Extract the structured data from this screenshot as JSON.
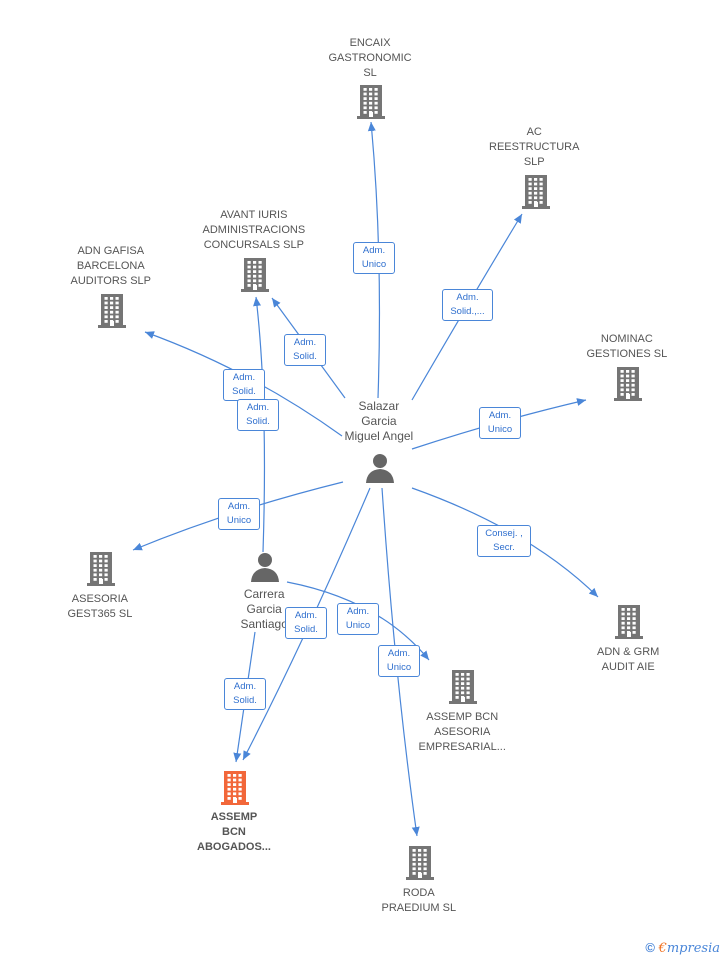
{
  "colors": {
    "edge": "#4a86d8",
    "building": "#757575",
    "building_main": "#f2673a",
    "person": "#666666"
  },
  "nodes": [
    {
      "id": "encaix",
      "type": "company",
      "lines": [
        "ENCAIX",
        "GASTRONOMIC",
        "SL"
      ]
    },
    {
      "id": "ac",
      "type": "company",
      "lines": [
        "AC",
        "REESTRUCTURA",
        "SLP"
      ]
    },
    {
      "id": "avant",
      "type": "company",
      "lines": [
        "AVANT IURIS",
        "ADMINISTRACIONS",
        "CONCURSALS SLP"
      ]
    },
    {
      "id": "adngafisa",
      "type": "company",
      "lines": [
        "ADN GAFISA",
        "BARCELONA",
        "AUDITORS SLP"
      ]
    },
    {
      "id": "nominac",
      "type": "company",
      "lines": [
        "NOMINAC",
        "GESTIONES SL"
      ]
    },
    {
      "id": "salazar",
      "type": "person",
      "lines": [
        "Salazar",
        "Garcia",
        "Miguel Angel"
      ]
    },
    {
      "id": "asesoria",
      "type": "company",
      "lines": [
        "ASESORIA",
        "GEST365 SL"
      ]
    },
    {
      "id": "carrera",
      "type": "person",
      "lines": [
        "Carrera",
        "Garcia",
        "Santiago"
      ]
    },
    {
      "id": "adngrm",
      "type": "company",
      "lines": [
        "ADN & GRM",
        "AUDIT AIE"
      ]
    },
    {
      "id": "assempase",
      "type": "company",
      "lines": [
        "ASSEMP BCN",
        "ASESORIA",
        "EMPRESARIAL..."
      ]
    },
    {
      "id": "assempbcn",
      "type": "company_main",
      "lines": [
        "ASSEMP",
        "BCN",
        "ABOGADOS..."
      ]
    },
    {
      "id": "roda",
      "type": "company",
      "lines": [
        "RODA",
        "PRAEDIUM SL"
      ]
    }
  ],
  "edges": [
    {
      "id": "e1",
      "from": "salazar",
      "to": "encaix",
      "label": [
        "Adm.",
        "Unico"
      ]
    },
    {
      "id": "e2",
      "from": "salazar",
      "to": "ac",
      "label": [
        "Adm.",
        "Solid.,..."
      ]
    },
    {
      "id": "e3",
      "from": "salazar",
      "to": "avant",
      "label": [
        "Adm.",
        "Solid."
      ]
    },
    {
      "id": "e4",
      "from": "salazar",
      "to": "adngafisa",
      "label": [
        "Adm.",
        "Solid."
      ]
    },
    {
      "id": "e5",
      "from": "salazar",
      "to": "nominac",
      "label": [
        "Adm.",
        "Unico"
      ]
    },
    {
      "id": "e6",
      "from": "salazar",
      "to": "asesoria",
      "label": [
        "Adm.",
        "Unico"
      ]
    },
    {
      "id": "e7",
      "from": "salazar",
      "to": "adngrm",
      "label": [
        "Consej. ,",
        "Secr."
      ]
    },
    {
      "id": "e8",
      "from": "salazar",
      "to": "assempbcn",
      "label": [
        "Adm.",
        "Solid."
      ]
    },
    {
      "id": "e9",
      "from": "salazar",
      "to": "roda",
      "label": [
        "Adm.",
        "Unico"
      ]
    },
    {
      "id": "e10",
      "from": "carrera",
      "to": "avant",
      "label": [
        "Adm.",
        "Solid."
      ]
    },
    {
      "id": "e11",
      "from": "carrera",
      "to": "assempase",
      "label": [
        "Adm.",
        "Unico"
      ]
    },
    {
      "id": "e12",
      "from": "carrera",
      "to": "assempbcn",
      "label": [
        "Adm.",
        "Solid."
      ]
    }
  ],
  "brand": {
    "copyright": "©",
    "e": "€",
    "rest": "mpresia"
  }
}
